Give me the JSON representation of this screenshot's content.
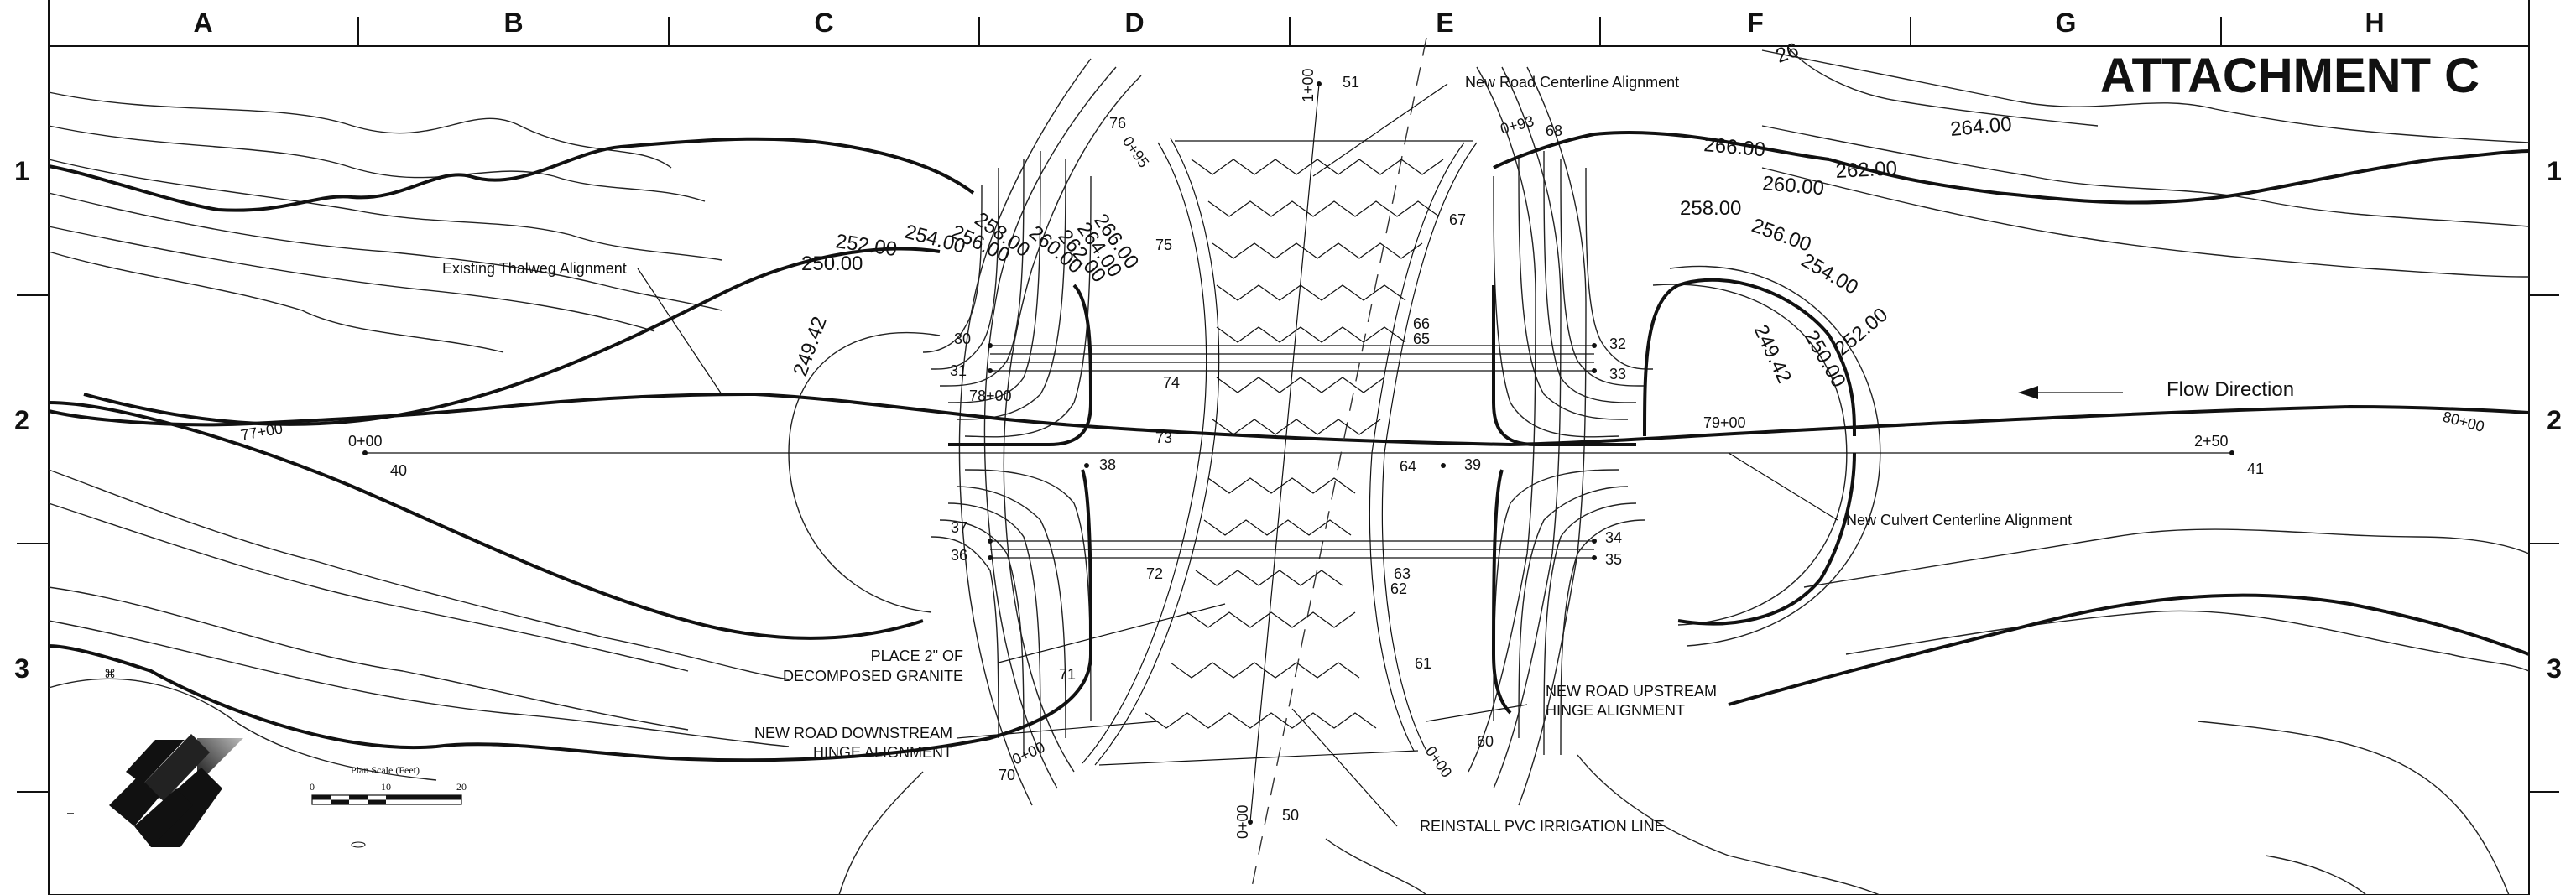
{
  "title": "ATTACHMENT C",
  "column_letters": [
    "A",
    "B",
    "C",
    "D",
    "E",
    "F",
    "G",
    "H"
  ],
  "row_numbers": [
    "1",
    "2",
    "3"
  ],
  "contour_labels": {
    "c266_left": "266.00",
    "c264_left": "264.00",
    "c262_left": "262.00",
    "c260_left": "260.00",
    "c258_left": "258.00",
    "c256_left": "256.00",
    "c254_left": "254.00",
    "c252_left": "252.00",
    "c250_left": "250.00",
    "c249_left": "249.42",
    "c266_right": "266.00",
    "c264_right": "264.00",
    "c262_right": "262.00",
    "c260_right": "260.00",
    "c258_right": "258.00",
    "c256_right": "256.00",
    "c254_right": "254.00",
    "c252_right": "252.00",
    "c250_right": "250.00",
    "c249_right": "249.42",
    "c26_top": "26"
  },
  "stations": {
    "s77": "77+00",
    "s78": "78+00",
    "s79": "79+00",
    "s80": "80+00",
    "s0_left": "0+00",
    "s2_50": "2+50",
    "s0_95": "0+95",
    "s0_93": "0+93",
    "s1_00": "1+00",
    "s0_00_bottom": "0+00",
    "s0_00_sw": "0+00",
    "s0_00_se": "0+00"
  },
  "point_numbers": [
    "30",
    "31",
    "32",
    "33",
    "34",
    "35",
    "36",
    "37",
    "38",
    "39",
    "40",
    "41",
    "50",
    "51",
    "60",
    "61",
    "62",
    "63",
    "64",
    "65",
    "66",
    "67",
    "68",
    "70",
    "71",
    "72",
    "73",
    "74",
    "75",
    "76"
  ],
  "callouts": {
    "existing_thalweg": "Existing Thalweg Alignment",
    "new_road_centerline": "New Road Centerline Alignment",
    "flow_direction": "Flow Direction",
    "new_culvert_centerline": "New Culvert Centerline Alignment",
    "place_granite_1": "PLACE 2\" OF",
    "place_granite_2": "DECOMPOSED GRANITE",
    "downstream_hinge_1": "NEW ROAD DOWNSTREAM",
    "downstream_hinge_2": "HINGE ALIGNMENT",
    "upstream_hinge_1": "NEW ROAD UPSTREAM",
    "upstream_hinge_2": "HINGE ALIGNMENT",
    "reinstall_pvc": "REINSTALL PVC IRRIGATION LINE"
  },
  "scale_bar": {
    "title": "Plan Scale (Feet)",
    "ticks": [
      "0",
      "10",
      "20"
    ]
  },
  "north_arrow": "N"
}
